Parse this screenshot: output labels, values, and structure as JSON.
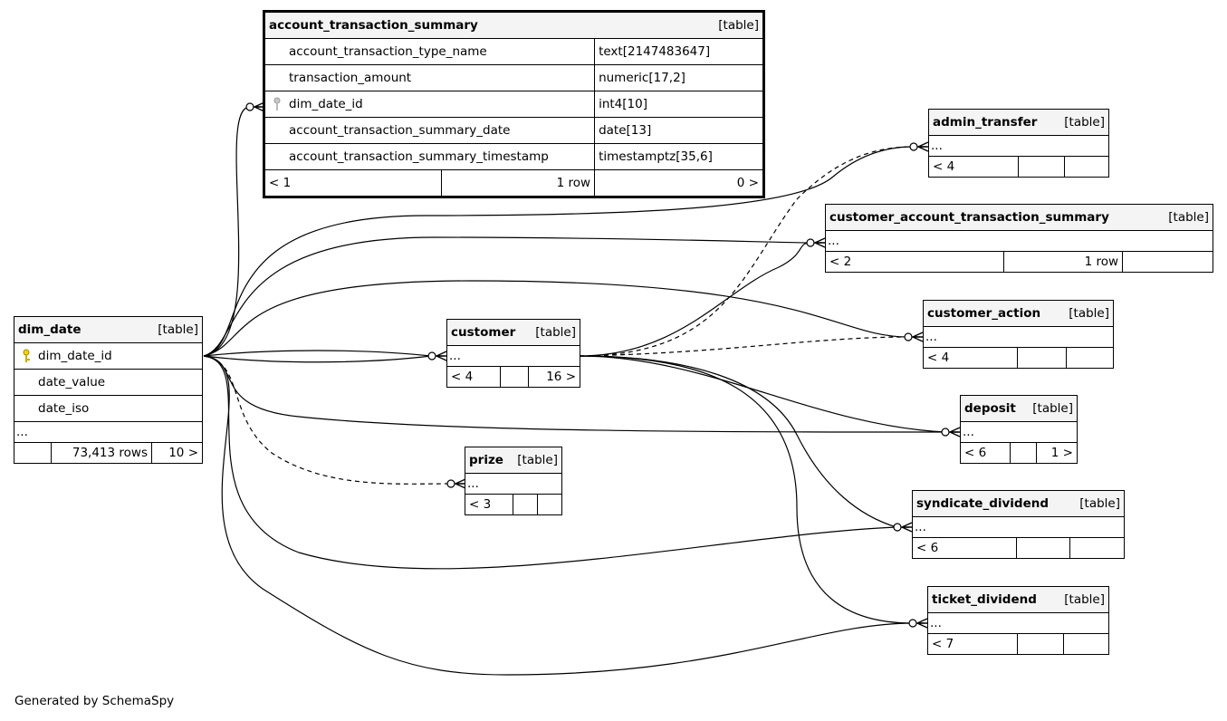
{
  "footer": "Generated by SchemaSpy",
  "tables": {
    "account_transaction_summary": {
      "name": "account_transaction_summary",
      "type": "[table]",
      "columns": [
        {
          "name": "account_transaction_type_name",
          "type": "text[2147483647]"
        },
        {
          "name": "transaction_amount",
          "type": "numeric[17,2]"
        },
        {
          "name": "dim_date_id",
          "type": "int4[10]",
          "key": "foreign"
        },
        {
          "name": "account_transaction_summary_date",
          "type": "date[13]"
        },
        {
          "name": "account_transaction_summary_timestamp",
          "type": "timestamptz[35,6]"
        }
      ],
      "footer": {
        "parents": "< 1",
        "rows": "1 row",
        "children": "0 >"
      }
    },
    "admin_transfer": {
      "name": "admin_transfer",
      "type": "[table]",
      "ellipsis": "...",
      "footer": {
        "parents": "< 4",
        "rows": "",
        "children": ""
      }
    },
    "customer_account_transaction_summary": {
      "name": "customer_account_transaction_summary",
      "type": "[table]",
      "ellipsis": "...",
      "footer": {
        "parents": "< 2",
        "rows": "1 row",
        "children": ""
      }
    },
    "customer_action": {
      "name": "customer_action",
      "type": "[table]",
      "ellipsis": "...",
      "footer": {
        "parents": "< 4",
        "rows": "",
        "children": ""
      }
    },
    "customer": {
      "name": "customer",
      "type": "[table]",
      "ellipsis": "...",
      "footer": {
        "parents": "< 4",
        "rows": "",
        "children": "16 >"
      }
    },
    "dim_date": {
      "name": "dim_date",
      "type": "[table]",
      "columns": [
        {
          "name": "dim_date_id",
          "key": "primary"
        },
        {
          "name": "date_value"
        },
        {
          "name": "date_iso"
        }
      ],
      "ellipsis": "...",
      "footer": {
        "parents": "",
        "rows": "73,413 rows",
        "children": "10 >"
      }
    },
    "deposit": {
      "name": "deposit",
      "type": "[table]",
      "ellipsis": "...",
      "footer": {
        "parents": "< 6",
        "rows": "",
        "children": "1 >"
      }
    },
    "prize": {
      "name": "prize",
      "type": "[table]",
      "ellipsis": "...",
      "footer": {
        "parents": "< 3",
        "rows": "",
        "children": ""
      }
    },
    "syndicate_dividend": {
      "name": "syndicate_dividend",
      "type": "[table]",
      "ellipsis": "...",
      "footer": {
        "parents": "< 6",
        "rows": "",
        "children": ""
      }
    },
    "ticket_dividend": {
      "name": "ticket_dividend",
      "type": "[table]",
      "ellipsis": "...",
      "footer": {
        "parents": "< 7",
        "rows": "",
        "children": ""
      }
    }
  },
  "relationships": [
    {
      "from": "dim_date",
      "to": "account_transaction_summary",
      "style": "solid"
    },
    {
      "from": "dim_date",
      "to": "admin_transfer",
      "style": "solid"
    },
    {
      "from": "dim_date",
      "to": "customer_account_transaction_summary",
      "style": "solid"
    },
    {
      "from": "dim_date",
      "to": "customer_action",
      "style": "solid"
    },
    {
      "from": "dim_date",
      "to": "customer",
      "style": "solid"
    },
    {
      "from": "dim_date",
      "to": "deposit",
      "style": "solid"
    },
    {
      "from": "dim_date",
      "to": "prize",
      "style": "dashed"
    },
    {
      "from": "dim_date",
      "to": "syndicate_dividend",
      "style": "solid"
    },
    {
      "from": "dim_date",
      "to": "ticket_dividend",
      "style": "solid"
    },
    {
      "from": "customer",
      "to": "admin_transfer",
      "style": "dashed"
    },
    {
      "from": "customer",
      "to": "customer_account_transaction_summary",
      "style": "solid"
    },
    {
      "from": "customer",
      "to": "customer_action",
      "style": "dashed"
    },
    {
      "from": "customer",
      "to": "deposit",
      "style": "solid"
    },
    {
      "from": "customer",
      "to": "syndicate_dividend",
      "style": "solid"
    },
    {
      "from": "customer",
      "to": "ticket_dividend",
      "style": "solid"
    }
  ]
}
